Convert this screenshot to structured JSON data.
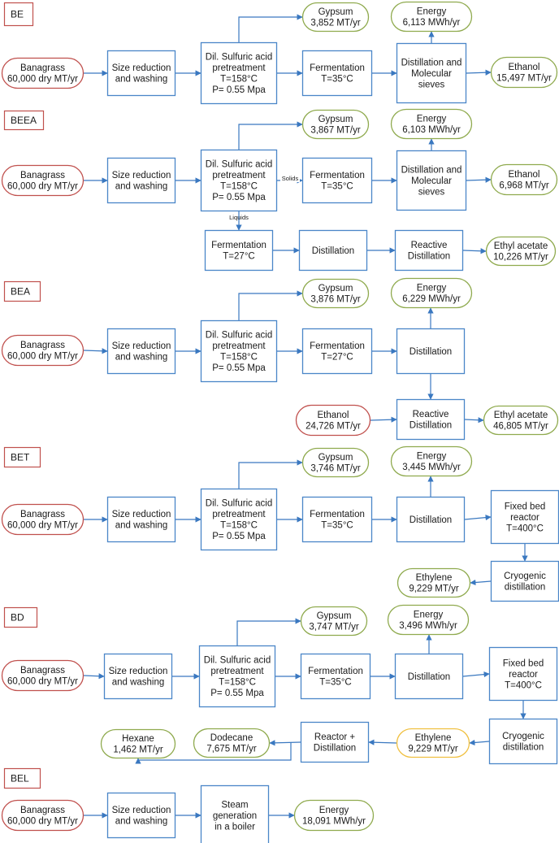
{
  "colors": {
    "process_border": "#4a86c8",
    "input_border": "#c0504d",
    "output_border": "#8faa4e",
    "intermediate_border": "#f0c040",
    "arrow": "#3a78c0",
    "label_border": "#c0504d"
  },
  "sections": [
    {
      "label": "BE",
      "nodes": [
        {
          "id": "be-feed",
          "kind": "input",
          "lines": [
            "Banagrass",
            "60,000 dry MT/yr"
          ]
        },
        {
          "id": "be-size",
          "kind": "process",
          "lines": [
            "Size reduction",
            "and washing"
          ]
        },
        {
          "id": "be-pre",
          "kind": "process",
          "lines": [
            "Dil. Sulfuric acid",
            "pretreatment",
            "T=158°C",
            "P= 0.55 Mpa"
          ]
        },
        {
          "id": "be-gyp",
          "kind": "output",
          "lines": [
            "Gypsum",
            "3,852 MT/yr"
          ]
        },
        {
          "id": "be-ferm",
          "kind": "process",
          "lines": [
            "Fermentation",
            "T=35°C"
          ]
        },
        {
          "id": "be-dist",
          "kind": "process",
          "lines": [
            "Distillation and",
            "Molecular",
            "sieves"
          ]
        },
        {
          "id": "be-energy",
          "kind": "output",
          "lines": [
            "Energy",
            "6,113 MWh/yr"
          ]
        },
        {
          "id": "be-eth",
          "kind": "output",
          "lines": [
            "Ethanol",
            "15,497 MT/yr"
          ]
        }
      ]
    },
    {
      "label": "BEEA",
      "flow_labels": [
        "Solids",
        "Liquids"
      ],
      "nodes": [
        {
          "id": "beea-feed",
          "kind": "input",
          "lines": [
            "Banagrass",
            "60,000 dry MT/yr"
          ]
        },
        {
          "id": "beea-size",
          "kind": "process",
          "lines": [
            "Size reduction",
            "and washing"
          ]
        },
        {
          "id": "beea-pre",
          "kind": "process",
          "lines": [
            "Dil. Sulfuric acid",
            "pretreatment",
            "T=158°C",
            "P= 0.55 Mpa"
          ]
        },
        {
          "id": "beea-gyp",
          "kind": "output",
          "lines": [
            "Gypsum",
            "3,867 MT/yr"
          ]
        },
        {
          "id": "beea-ferm",
          "kind": "process",
          "lines": [
            "Fermentation",
            "T=35°C"
          ]
        },
        {
          "id": "beea-dist",
          "kind": "process",
          "lines": [
            "Distillation and",
            "Molecular",
            "sieves"
          ]
        },
        {
          "id": "beea-energy",
          "kind": "output",
          "lines": [
            "Energy",
            "6,103 MWh/yr"
          ]
        },
        {
          "id": "beea-eth",
          "kind": "output",
          "lines": [
            "Ethanol",
            "6,968 MT/yr"
          ]
        },
        {
          "id": "beea-ferm2",
          "kind": "process",
          "lines": [
            "Fermentation",
            "T=27°C"
          ]
        },
        {
          "id": "beea-dist2",
          "kind": "process",
          "lines": [
            "Distillation"
          ]
        },
        {
          "id": "beea-rdist",
          "kind": "process",
          "lines": [
            "Reactive",
            "Distillation"
          ]
        },
        {
          "id": "beea-ea",
          "kind": "output",
          "lines": [
            "Ethyl acetate",
            "10,226 MT/yr"
          ]
        }
      ]
    },
    {
      "label": "BEA",
      "nodes": [
        {
          "id": "bea-feed",
          "kind": "input",
          "lines": [
            "Banagrass",
            "60,000 dry MT/yr"
          ]
        },
        {
          "id": "bea-size",
          "kind": "process",
          "lines": [
            "Size reduction",
            "and washing"
          ]
        },
        {
          "id": "bea-pre",
          "kind": "process",
          "lines": [
            "Dil. Sulfuric acid",
            "pretreatment",
            "T=158°C",
            "P= 0.55 Mpa"
          ]
        },
        {
          "id": "bea-gyp",
          "kind": "output",
          "lines": [
            "Gypsum",
            "3,876 MT/yr"
          ]
        },
        {
          "id": "bea-ferm",
          "kind": "process",
          "lines": [
            "Fermentation",
            "T=27°C"
          ]
        },
        {
          "id": "bea-dist",
          "kind": "process",
          "lines": [
            "Distillation"
          ]
        },
        {
          "id": "bea-energy",
          "kind": "output",
          "lines": [
            "Energy",
            "6,229 MWh/yr"
          ]
        },
        {
          "id": "bea-ethin",
          "kind": "input",
          "lines": [
            "Ethanol",
            "24,726 MT/yr"
          ]
        },
        {
          "id": "bea-rdist",
          "kind": "process",
          "lines": [
            "Reactive",
            "Distillation"
          ]
        },
        {
          "id": "bea-ea",
          "kind": "output",
          "lines": [
            "Ethyl acetate",
            "46,805 MT/yr"
          ]
        }
      ]
    },
    {
      "label": "BET",
      "nodes": [
        {
          "id": "bet-feed",
          "kind": "input",
          "lines": [
            "Banagrass",
            "60,000 dry MT/yr"
          ]
        },
        {
          "id": "bet-size",
          "kind": "process",
          "lines": [
            "Size reduction",
            "and washing"
          ]
        },
        {
          "id": "bet-pre",
          "kind": "process",
          "lines": [
            "Dil. Sulfuric acid",
            "pretreatment",
            "T=158°C",
            "P= 0.55 Mpa"
          ]
        },
        {
          "id": "bet-gyp",
          "kind": "output",
          "lines": [
            "Gypsum",
            "3,746 MT/yr"
          ]
        },
        {
          "id": "bet-ferm",
          "kind": "process",
          "lines": [
            "Fermentation",
            "T=35°C"
          ]
        },
        {
          "id": "bet-dist",
          "kind": "process",
          "lines": [
            "Distillation"
          ]
        },
        {
          "id": "bet-energy",
          "kind": "output",
          "lines": [
            "Energy",
            "3,445 MWh/yr"
          ]
        },
        {
          "id": "bet-fbr",
          "kind": "process",
          "lines": [
            "Fixed bed",
            "reactor",
            "T=400°C"
          ]
        },
        {
          "id": "bet-cryo",
          "kind": "process",
          "lines": [
            "Cryogenic",
            "distillation"
          ]
        },
        {
          "id": "bet-ethylene",
          "kind": "output",
          "lines": [
            "Ethylene",
            "9,229 MT/yr"
          ]
        }
      ]
    },
    {
      "label": "BD",
      "nodes": [
        {
          "id": "bd-feed",
          "kind": "input",
          "lines": [
            "Banagrass",
            "60,000 dry MT/yr"
          ]
        },
        {
          "id": "bd-size",
          "kind": "process",
          "lines": [
            "Size reduction",
            "and washing"
          ]
        },
        {
          "id": "bd-pre",
          "kind": "process",
          "lines": [
            "Dil. Sulfuric acid",
            "pretreatment",
            "T=158°C",
            "P= 0.55 Mpa"
          ]
        },
        {
          "id": "bd-gyp",
          "kind": "output",
          "lines": [
            "Gypsum",
            "3,747 MT/yr"
          ]
        },
        {
          "id": "bd-ferm",
          "kind": "process",
          "lines": [
            "Fermentation",
            "T=35°C"
          ]
        },
        {
          "id": "bd-dist",
          "kind": "process",
          "lines": [
            "Distillation"
          ]
        },
        {
          "id": "bd-energy",
          "kind": "output",
          "lines": [
            "Energy",
            "3,496 MWh/yr"
          ]
        },
        {
          "id": "bd-fbr",
          "kind": "process",
          "lines": [
            "Fixed bed",
            "reactor",
            "T=400°C"
          ]
        },
        {
          "id": "bd-cryo",
          "kind": "process",
          "lines": [
            "Cryogenic",
            "distillation"
          ]
        },
        {
          "id": "bd-ethylene",
          "kind": "intermediate",
          "lines": [
            "Ethylene",
            "9,229 MT/yr"
          ]
        },
        {
          "id": "bd-rxd",
          "kind": "process",
          "lines": [
            "Reactor +",
            "Distillation"
          ]
        },
        {
          "id": "bd-dodec",
          "kind": "output",
          "lines": [
            "Dodecane",
            "7,675 MT/yr"
          ]
        },
        {
          "id": "bd-hex",
          "kind": "output",
          "lines": [
            "Hexane",
            "1,462 MT/yr"
          ]
        }
      ]
    },
    {
      "label": "BEL",
      "nodes": [
        {
          "id": "bel-feed",
          "kind": "input",
          "lines": [
            "Banagrass",
            "60,000 dry MT/yr"
          ]
        },
        {
          "id": "bel-size",
          "kind": "process",
          "lines": [
            "Size reduction",
            "and washing"
          ]
        },
        {
          "id": "bel-steam",
          "kind": "process",
          "lines": [
            "Steam",
            "generation",
            "in a boiler"
          ]
        },
        {
          "id": "bel-energy",
          "kind": "output",
          "lines": [
            "Energy",
            "18,091 MWh/yr"
          ]
        }
      ]
    }
  ]
}
